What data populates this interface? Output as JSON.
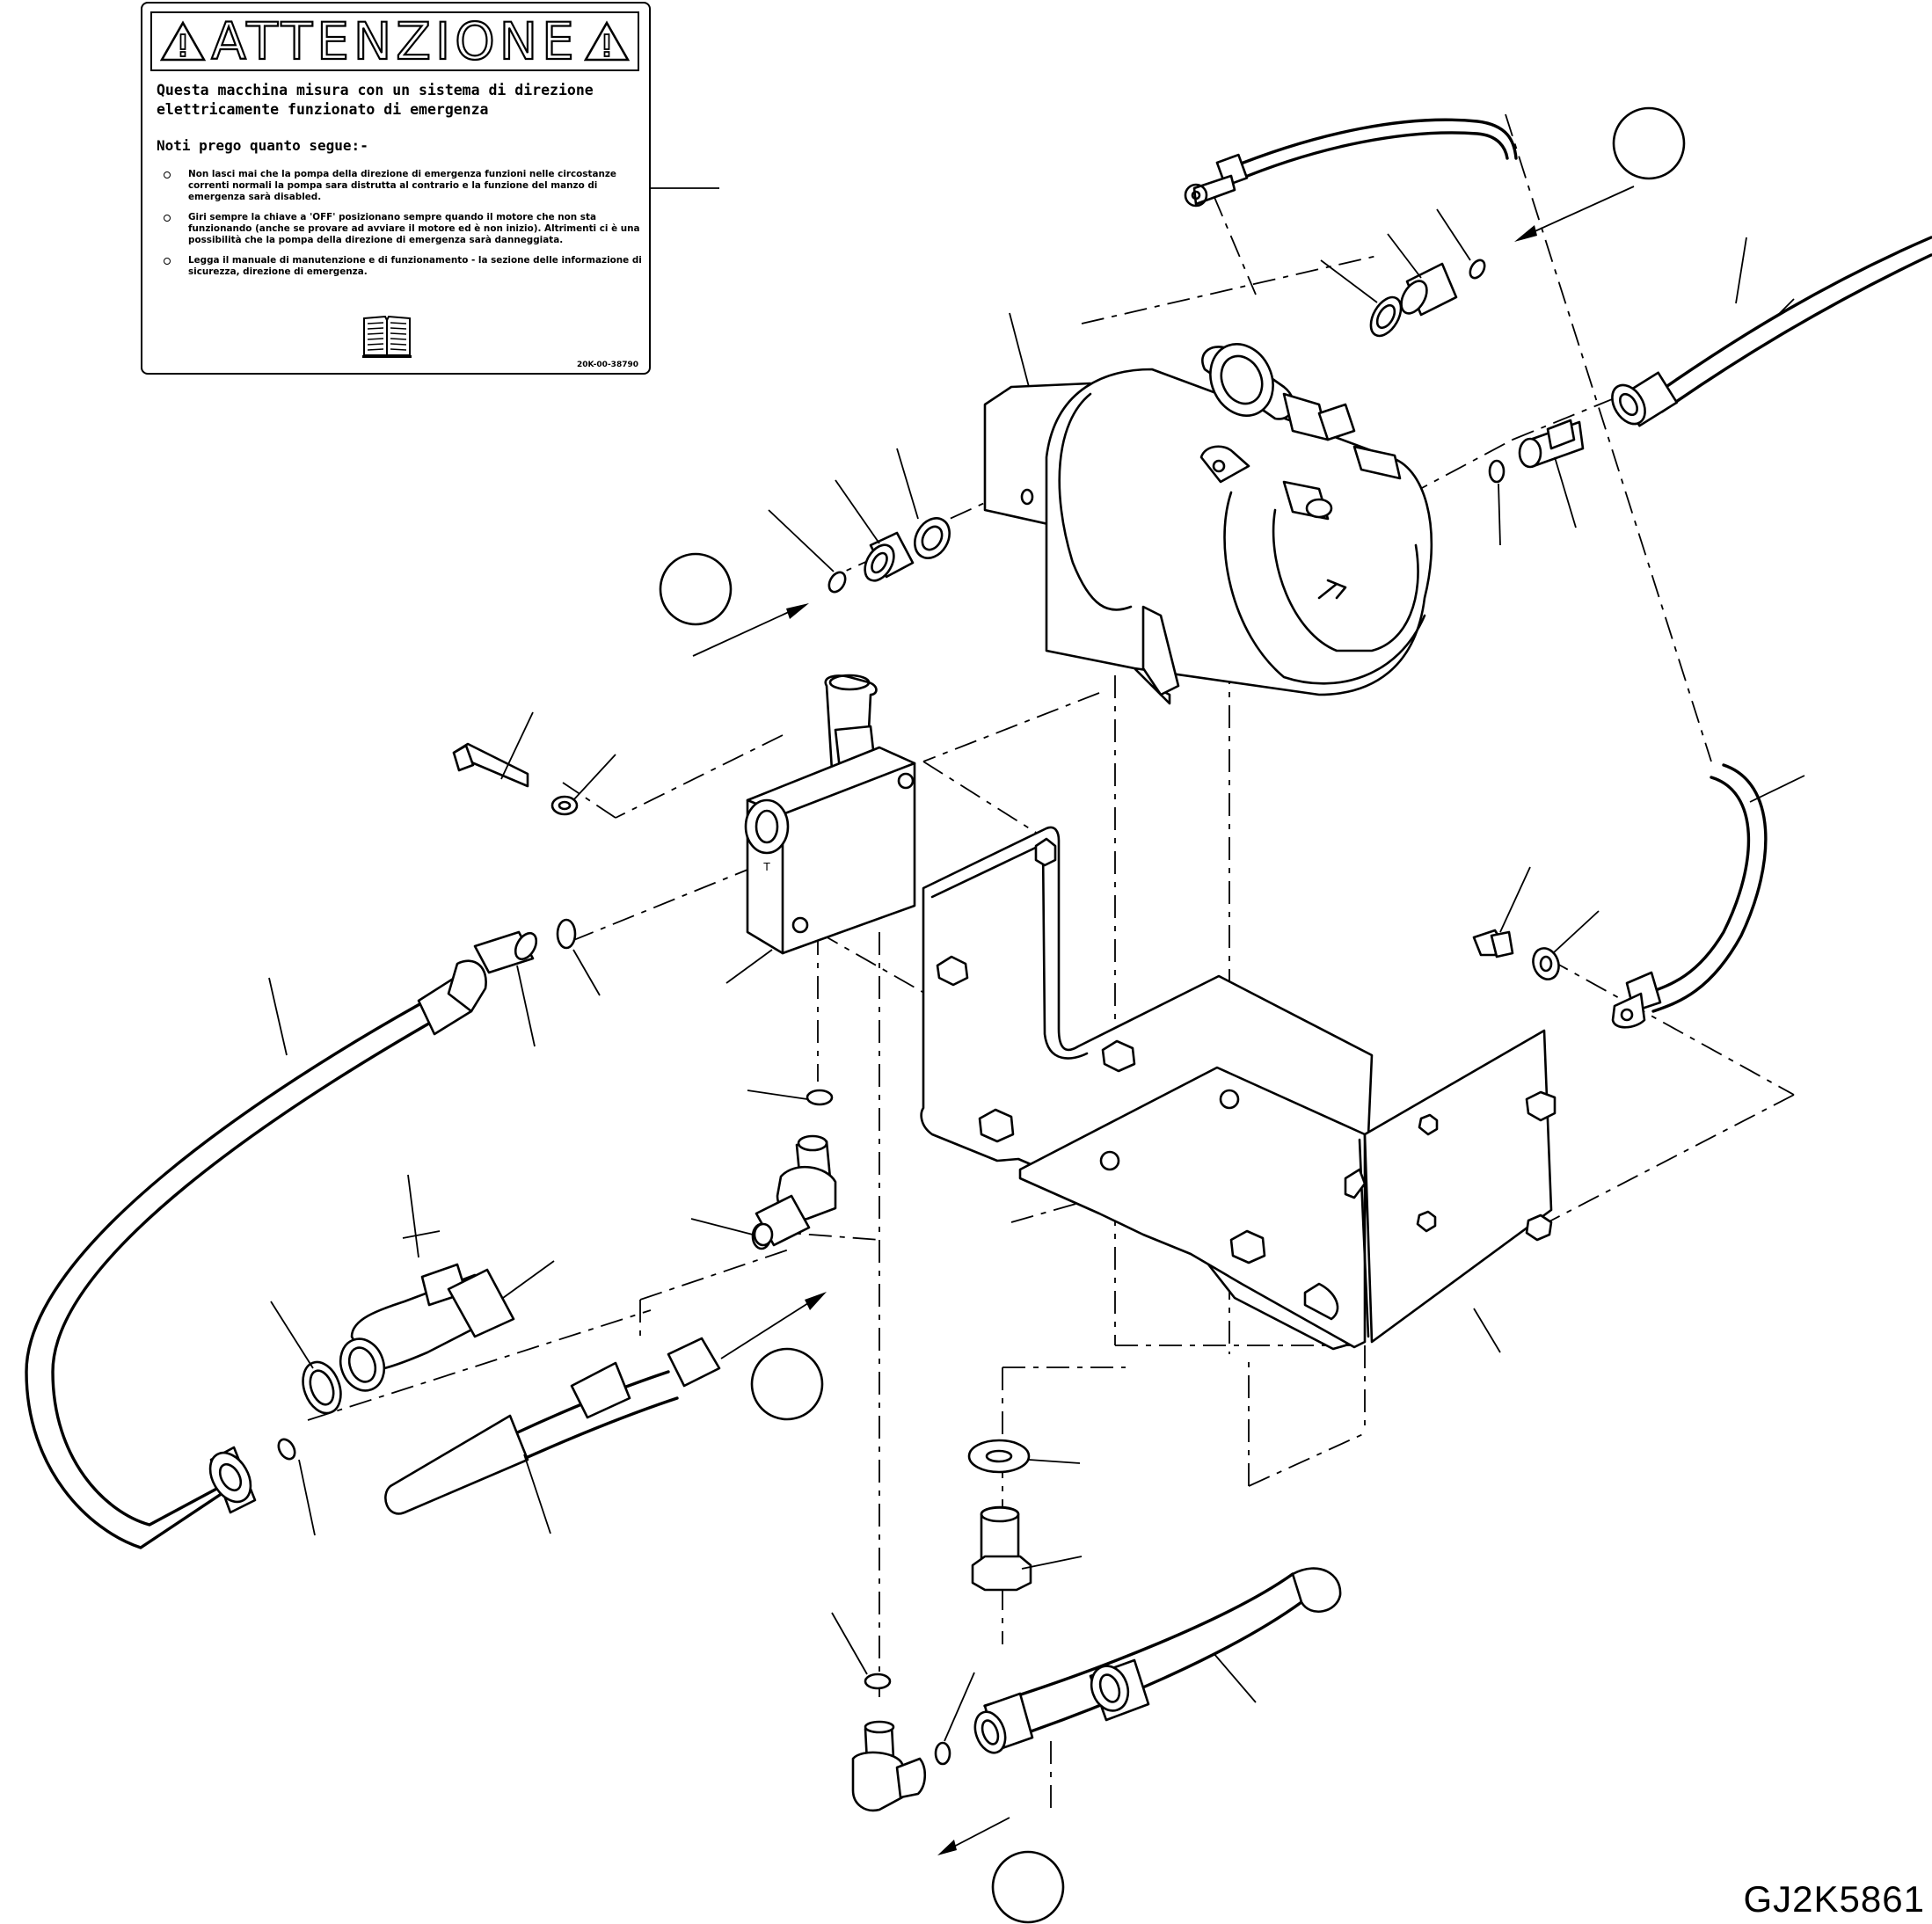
{
  "label": {
    "title": "ATTENZIONE",
    "intro": "Questa macchina misura con un sistema di direzione elettricamente funzionato di emergenza",
    "note_heading": "Noti prego quanto segue:-",
    "bullets": [
      "Non lasci mai che la pompa della direzione di emergenza funzioni nelle circostanze correnti normali la pompa sara distrutta al contrario e la funzione del manzo di emergenza sarà disabled.",
      "Giri sempre la chiave a 'OFF' posizionano sempre quando il motore che non sta funzionando (anche se provare ad avviare il motore ed è non inizio). Altrimenti ci è una possibilità che la pompa della direzione di emergenza sarà danneggiata.",
      "Legga il manuale di manutenzione e di funzionamento - la sezione delle informazione di sicurezza, direzione di emergenza."
    ],
    "code": "20K-00-38790"
  },
  "drawing_code": "GJ2K5861",
  "port_marks": {
    "block_port": "T"
  },
  "icons": [
    "warning-triangle-icon",
    "manual-book-icon"
  ]
}
